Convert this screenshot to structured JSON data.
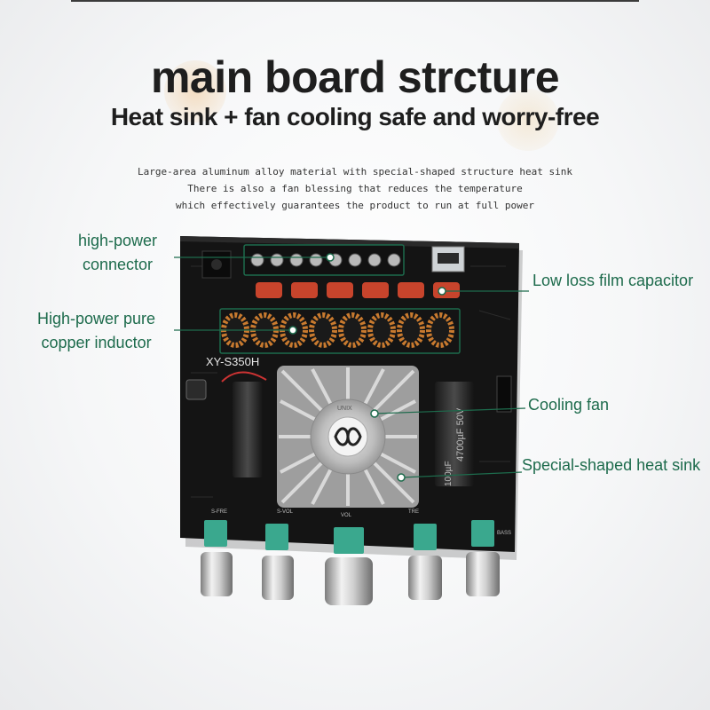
{
  "heading": {
    "title": "main board strcture",
    "subtitle": "Heat sink + fan cooling  safe and worry-free"
  },
  "description": {
    "lines": [
      "Large-area aluminum alloy material with special-shaped structure heat sink",
      "There is also a fan blessing that reduces the temperature",
      "which effectively guarantees the product to run at full power"
    ]
  },
  "callouts": {
    "connector_line1": "high-power",
    "connector_line2": "connector",
    "inductor_line1": "High-power pure",
    "inductor_line2": "copper inductor",
    "capacitor": "Low loss film capacitor",
    "fan": "Cooling fan",
    "heatsink": "Special-shaped heat sink"
  },
  "board": {
    "model": "XY-S350H",
    "capacitor_label": "4700µF 50V",
    "capacitor_label2": "100µF",
    "fan_brand": "UNIX",
    "knob_labels": [
      "S-FRE",
      "S-VOL",
      "VOL",
      "TRE",
      "BASS"
    ]
  },
  "colors": {
    "accent_green": "#1d6b4c",
    "board": "#141414",
    "inductor_copper": "#c87a2f",
    "capacitor_red": "#c8442c",
    "knob_teal": "#3aa88e"
  }
}
